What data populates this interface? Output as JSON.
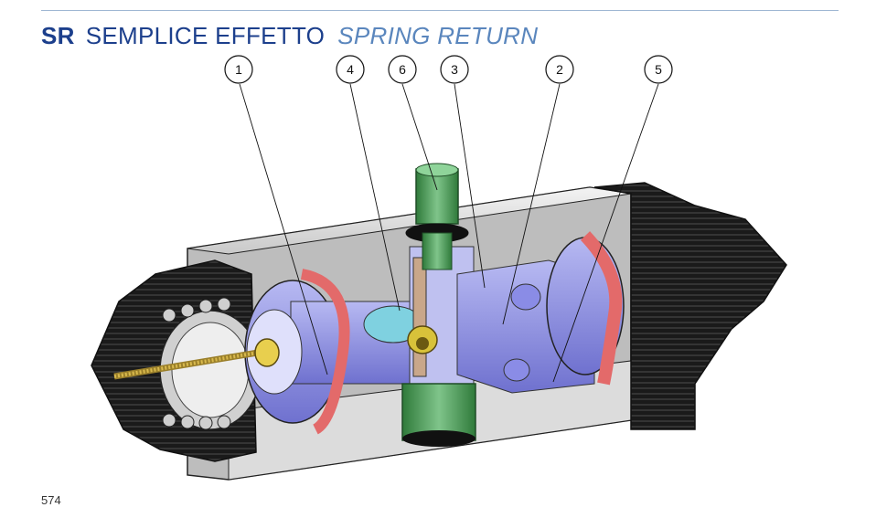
{
  "header": {
    "code": "SR",
    "title_it": "SEMPLICE EFFETTO",
    "title_en": "SPRING RETURN"
  },
  "figure": {
    "callouts": [
      "1",
      "4",
      "6",
      "3",
      "2",
      "5"
    ]
  },
  "colors": {
    "brand_blue": "#1c3f8c",
    "accent_blue": "#5a86bd",
    "piston_blue": "#8a8ce6",
    "seal_red": "#e36a6a",
    "shaft_green": "#4e9a4e",
    "body_black": "#1a1a1a"
  },
  "footer": {
    "page_number": "574"
  }
}
